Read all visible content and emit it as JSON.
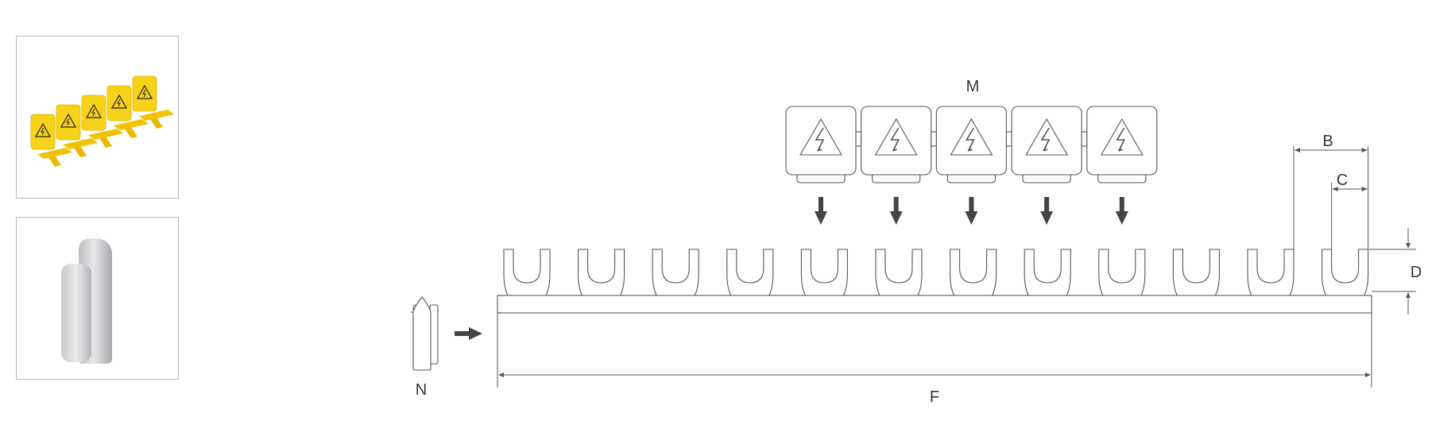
{
  "thumbnails": [
    {
      "name": "yellow-warning-covers-photo"
    },
    {
      "name": "end-cap-photo"
    }
  ],
  "labels": {
    "M": "M",
    "N": "N",
    "B": "B",
    "C": "C",
    "D": "D",
    "F": "F"
  },
  "colors": {
    "line": "#555555",
    "arrow": "#444444",
    "yellow": "#f7d21a",
    "cap_gray": "#cfcfd2"
  },
  "icons": [
    "high-voltage-warning-icon",
    "down-arrow-icon",
    "right-arrow-icon"
  ]
}
